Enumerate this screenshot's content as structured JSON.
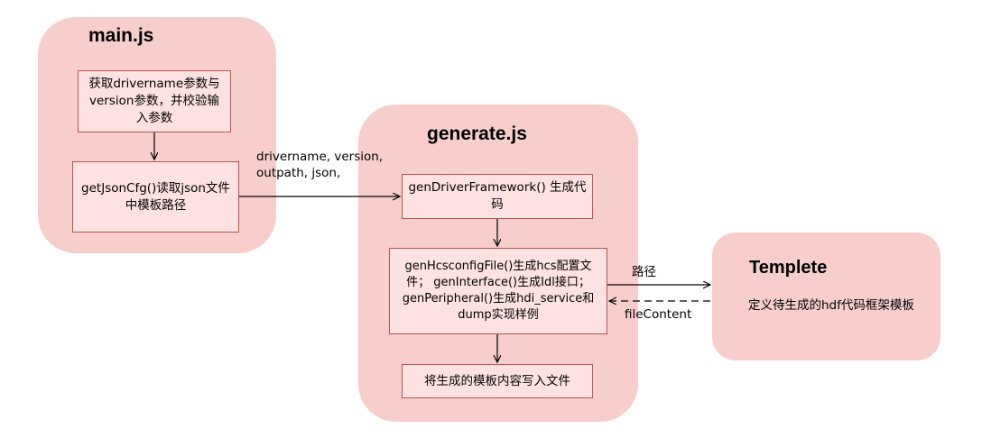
{
  "groups": {
    "main": {
      "title": "main.js"
    },
    "generate": {
      "title": "generate.js"
    },
    "template": {
      "title": "Templete",
      "description": "定义待生成的hdf代码框架模板"
    }
  },
  "nodes": {
    "validate_params": "获取drivername参数与version参数，并校验输入参数",
    "get_json_cfg": "getJsonCfg()读取json文件中模板路径",
    "gen_driver_framework": "genDriverFramework() 生成代码",
    "gen_configs": "genHcsconfigFile()生成hcs配置文件； genInterface()生成Idl接口； genPeripheral()生成hdi_service和dump实现样例",
    "write_files": "将生成的模板内容写入文件"
  },
  "edge_labels": {
    "params": "drivername, version, outpath, json,",
    "path": "路径",
    "file_content": "fileContent"
  }
}
